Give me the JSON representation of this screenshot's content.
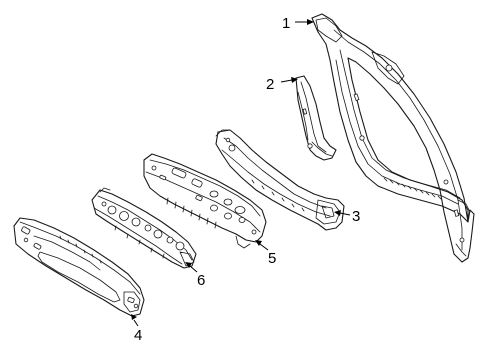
{
  "callouts": {
    "c1": "1",
    "c2": "2",
    "c3": "3",
    "c4": "4",
    "c5": "5",
    "c6": "6"
  },
  "parts": [
    {
      "id": 1,
      "callout": "1"
    },
    {
      "id": 2,
      "callout": "2"
    },
    {
      "id": 3,
      "callout": "3"
    },
    {
      "id": 4,
      "callout": "4"
    },
    {
      "id": 5,
      "callout": "5"
    },
    {
      "id": 6,
      "callout": "6"
    }
  ],
  "colors": {
    "line": "#1a1a1a",
    "background": "#ffffff"
  }
}
